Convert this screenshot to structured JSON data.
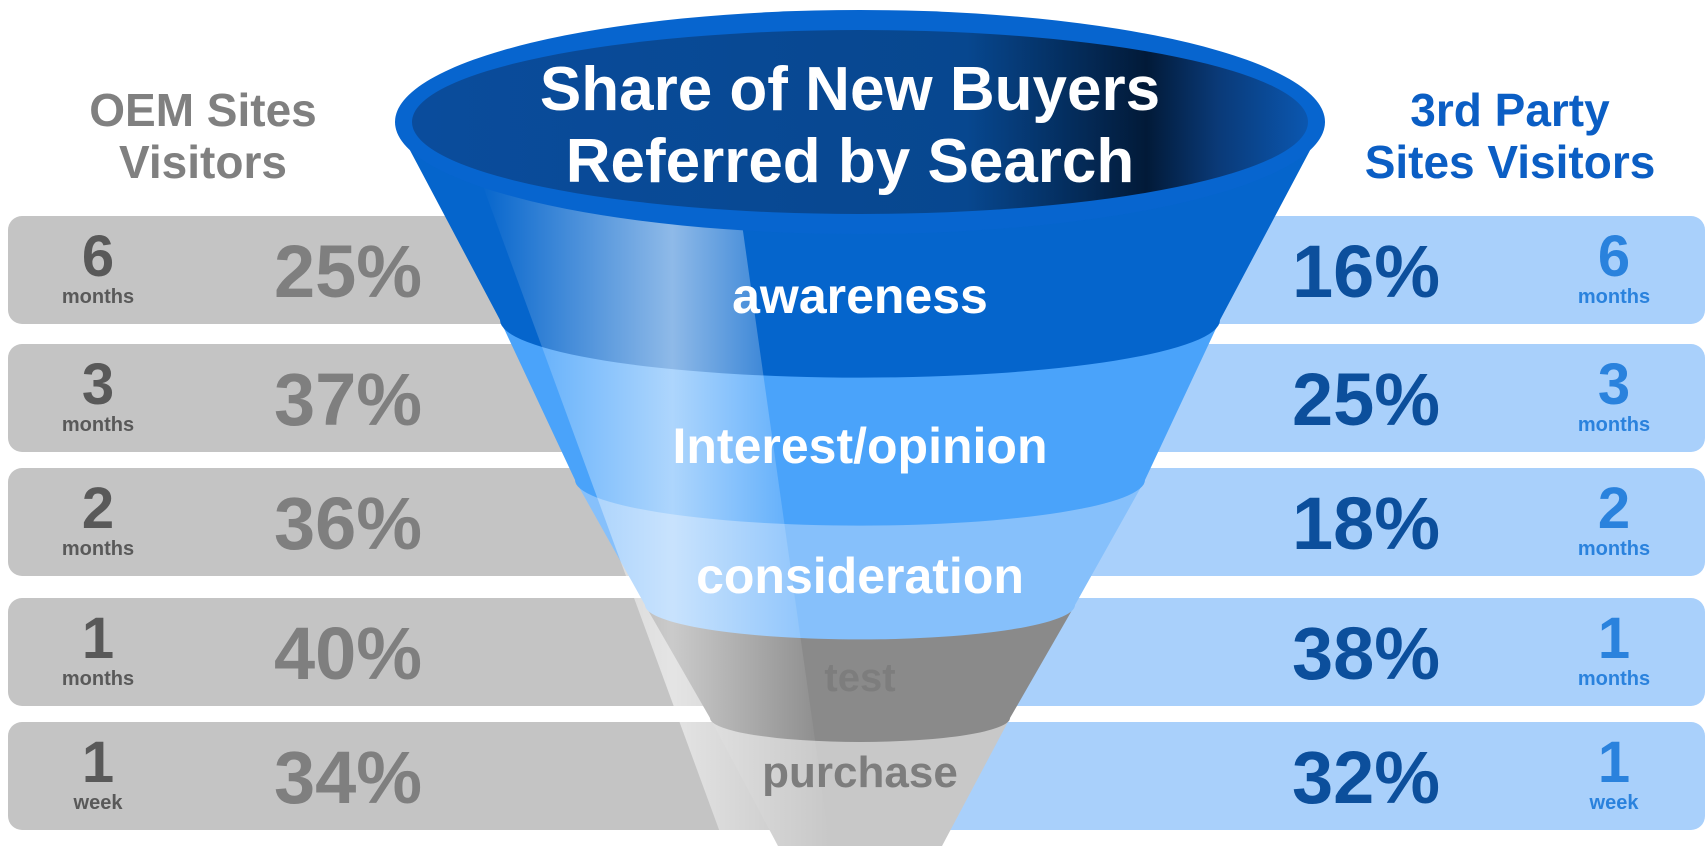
{
  "oem": {
    "heading_line1": "OEM Sites",
    "heading_line2": "Visitors",
    "rows": [
      {
        "num": "6",
        "unit": "months",
        "pct": "25%"
      },
      {
        "num": "3",
        "unit": "months",
        "pct": "37%"
      },
      {
        "num": "2",
        "unit": "months",
        "pct": "36%"
      },
      {
        "num": "1",
        "unit": "months",
        "pct": "40%"
      },
      {
        "num": "1",
        "unit": "week",
        "pct": "34%"
      }
    ]
  },
  "party": {
    "heading_line1": "3rd Party",
    "heading_line2": "Sites Visitors",
    "rows": [
      {
        "num": "6",
        "unit": "months",
        "pct": "16%"
      },
      {
        "num": "3",
        "unit": "months",
        "pct": "25%"
      },
      {
        "num": "2",
        "unit": "months",
        "pct": "18%"
      },
      {
        "num": "1",
        "unit": "months",
        "pct": "38%"
      },
      {
        "num": "1",
        "unit": "week",
        "pct": "32%"
      }
    ]
  },
  "funnel": {
    "title_line1": "Share of New Buyers",
    "title_line2": "Referred by Search",
    "stages": [
      {
        "label": "awareness",
        "color": "#0565cc"
      },
      {
        "label": "Interest/opinion",
        "color": "#4aa3fa"
      },
      {
        "label": "consideration",
        "color": "#86c0fb"
      },
      {
        "label": "test",
        "color": "#8a8a8a"
      },
      {
        "label": "purchase",
        "color": "#c8c8c8"
      }
    ]
  },
  "colors": {
    "oem_row_bg": "#c4c4c4",
    "party_row_bg": "#a9d0fb",
    "party_accent": "#0b5ec4"
  }
}
